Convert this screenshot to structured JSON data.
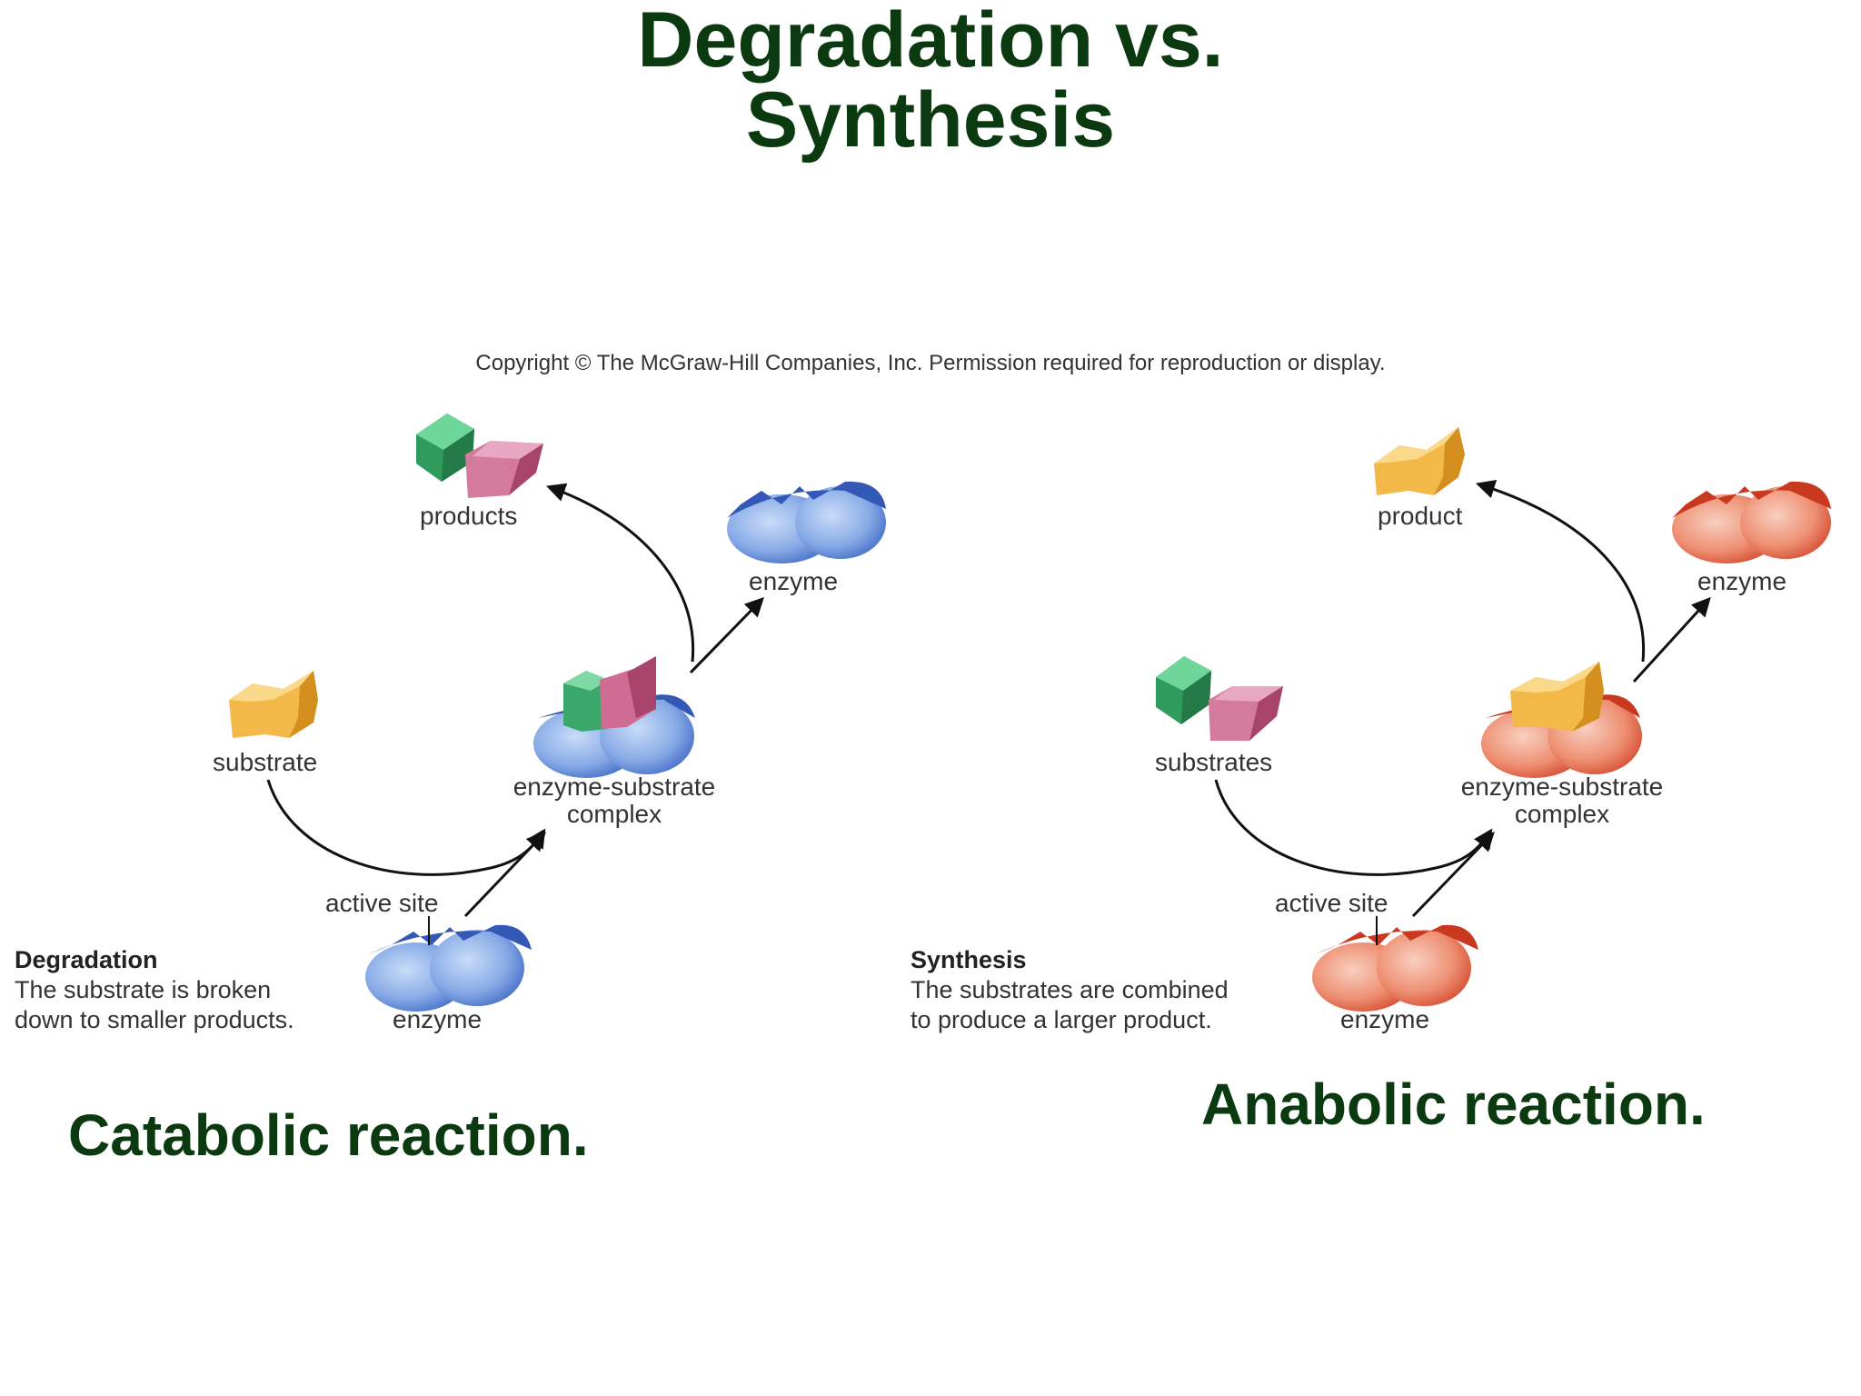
{
  "title": {
    "line1": "Degradation vs.",
    "line2": "Synthesis"
  },
  "copyright": "Copyright © The McGraw-Hill Companies, Inc. Permission required for reproduction or display.",
  "degradation": {
    "label_products": "products",
    "label_enzyme_top": "enzyme",
    "label_substrate": "substrate",
    "label_complex_1": "enzyme-substrate",
    "label_complex_2": "complex",
    "label_active_site": "active site",
    "label_enzyme_bottom": "enzyme",
    "desc_title": "Degradation",
    "desc_line1": "The substrate is broken",
    "desc_line2": "down to smaller products.",
    "caption": "Catabolic reaction.",
    "enzyme_color": "#4a78d0",
    "enzyme_light": "#a9c4f0"
  },
  "synthesis": {
    "label_product": "product",
    "label_enzyme_top": "enzyme",
    "label_substrates": "substrates",
    "label_complex_1": "enzyme-substrate",
    "label_complex_2": "complex",
    "label_active_site": "active site",
    "label_enzyme_bottom": "enzyme",
    "desc_title": "Synthesis",
    "desc_line1": "The substrates  are combined",
    "desc_line2": "to produce a larger product.",
    "caption": "Anabolic reaction.",
    "enzyme_color": "#e0553a",
    "enzyme_light": "#f4b09c"
  },
  "colors": {
    "title": "#0c3a10",
    "substrate_orange": "#f2b13a",
    "product_green": "#3aa86a",
    "product_pink": "#c4557e"
  }
}
